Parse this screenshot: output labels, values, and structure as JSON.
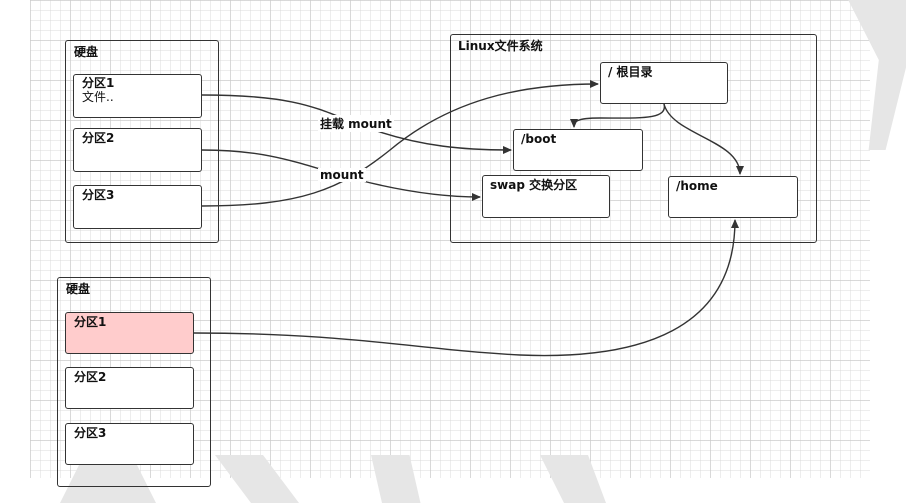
{
  "disk_top": {
    "title": "硬盘",
    "partitions": [
      {
        "name": "分区1",
        "note": "文件.."
      },
      {
        "name": "分区2"
      },
      {
        "name": "分区3"
      }
    ]
  },
  "linux_fs": {
    "title": "Linux文件系统",
    "root": "/ 根目录",
    "boot": "/boot",
    "swap": "swap 交换分区",
    "home": "/home"
  },
  "edge_labels": {
    "mount_cn": "挂载 mount",
    "mount": "mount"
  },
  "disk_bottom": {
    "title": "硬盘",
    "partitions": [
      {
        "name": "分区1"
      },
      {
        "name": "分区2"
      },
      {
        "name": "分区3"
      }
    ]
  },
  "colors": {
    "highlight_partition": "#ffcccc",
    "stroke": "#333333",
    "watermark": "#e6e6e6"
  }
}
